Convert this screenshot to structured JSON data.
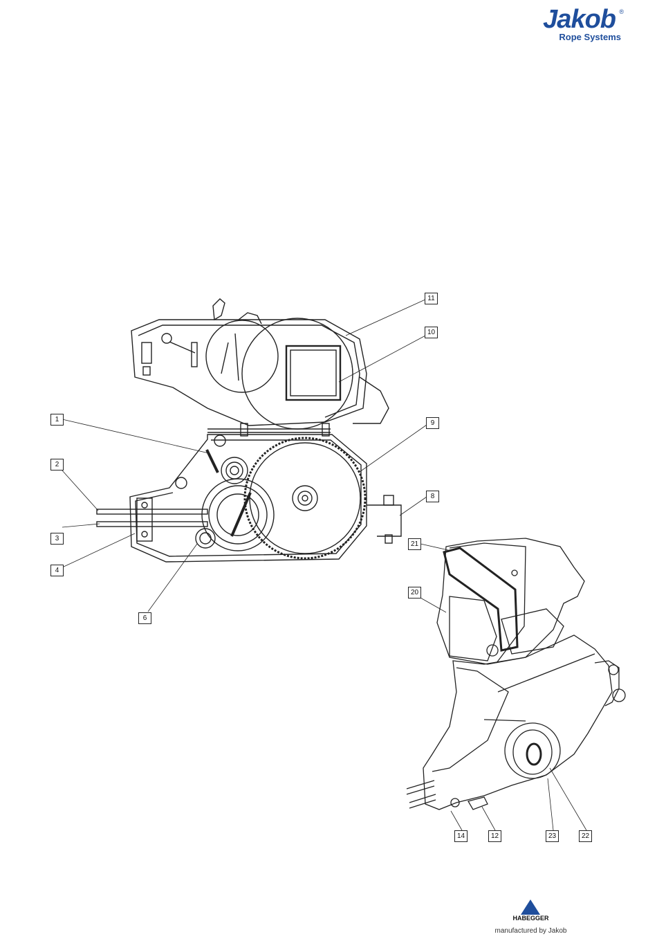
{
  "header": {
    "brand": "Jakob",
    "registered_mark": "®",
    "subtitle": "Rope Systems"
  },
  "callouts": {
    "c1": "1",
    "c2": "2",
    "c3": "3",
    "c4": "4",
    "c6": "6",
    "c8": "8",
    "c9": "9",
    "c10": "10",
    "c11": "11",
    "c12": "12",
    "c14": "14",
    "c20": "20",
    "c21": "21",
    "c22": "22",
    "c23": "23"
  },
  "footer": {
    "manufacturer_brand": "HABEGGER",
    "tagline": "manufactured by Jakob"
  },
  "colors": {
    "brand_blue": "#1f4e9c",
    "line": "#222222"
  }
}
